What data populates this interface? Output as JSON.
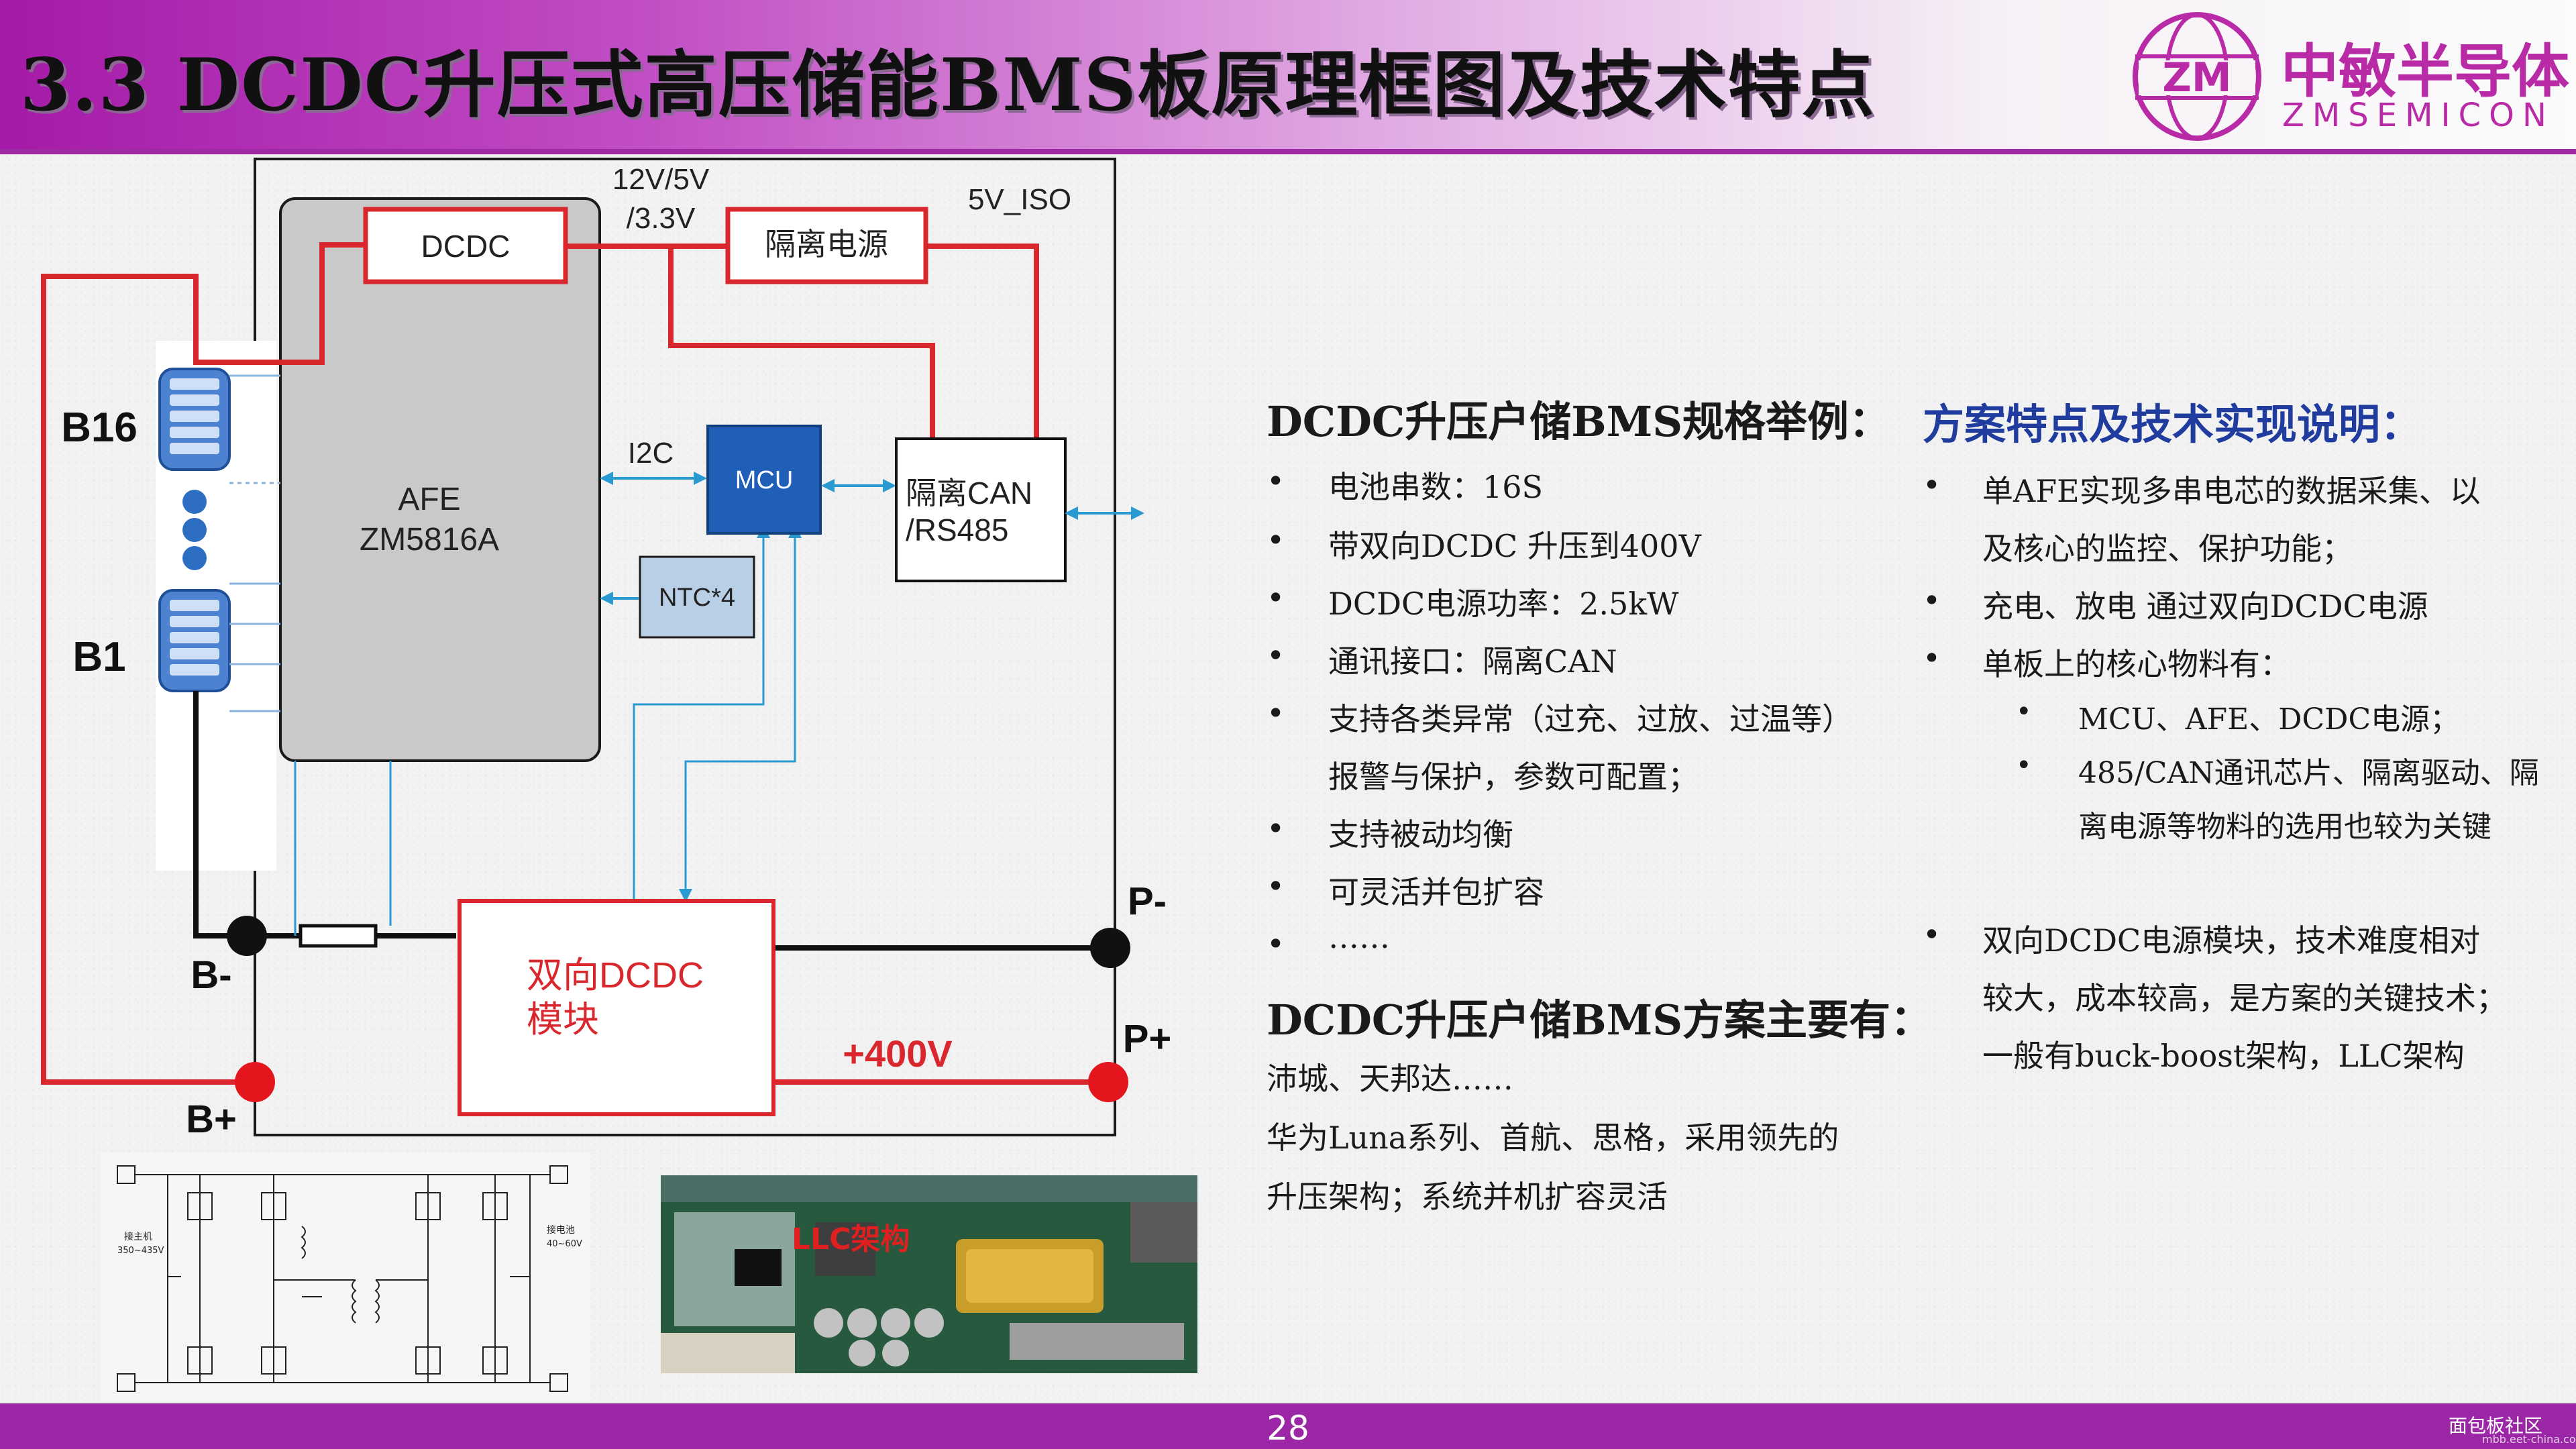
{
  "header": {
    "title": "3.3  DCDC升压式高压储能BMS板原理框图及技术特点",
    "logo_mark": "ZM",
    "logo_cn": "中敏半导体",
    "logo_en": "ZMSEMICON"
  },
  "diagram": {
    "dcdc_label": "DCDC",
    "voltage_label_1": "12V/5V",
    "voltage_label_2": "/3.3V",
    "iso_power_label": "隔离电源",
    "iso_5v_label": "5V_ISO",
    "afe_label_1": "AFE",
    "afe_label_2": "ZM5816A",
    "i2c_label": "I2C",
    "mcu_label": "MCU",
    "can_label_1": "隔离CAN",
    "can_label_2": "/RS485",
    "ntc_label": "NTC*4",
    "b16_label": "B16",
    "b1_label": "B1",
    "bminus_label": "B-",
    "bplus_label": "B+",
    "pminus_label": "P-",
    "pplus_label": "P+",
    "bidir_dcdc_label_1": "双向DCDC",
    "bidir_dcdc_label_2": "模块",
    "hv_label": "+400V",
    "photo_label": "LLC架构"
  },
  "schematic": {
    "left_label_1": "接主机",
    "left_label_2": "350~435V",
    "right_label_1": "接电池",
    "right_label_2": "40~60V"
  },
  "spec": {
    "heading": "DCDC升压户储BMS规格举例：",
    "bullets": [
      "电池串数：16S",
      "带双向DCDC 升压到400V",
      "DCDC电源功率：2.5kW",
      "通讯接口：隔离CAN",
      "支持各类异常（过充、过放、过温等）",
      "支持被动均衡",
      "可灵活并包扩容",
      "……"
    ],
    "bullet5_cont": "报警与保护，参数可配置；",
    "vendors_heading": "DCDC升压户储BMS方案主要有：",
    "vendors_line1": "沛城、天邦达……",
    "vendors_line2": "华为Luna系列、首航、思格，采用领先的",
    "vendors_line3": "升压架构；系统并机扩容灵活"
  },
  "features": {
    "heading": "方案特点及技术实现说明：",
    "b1_line1": "单AFE实现多串电芯的数据采集、以",
    "b1_line2": "及核心的监控、保护功能；",
    "b2": "充电、放电 通过双向DCDC电源",
    "b3": "单板上的核心物料有：",
    "sub1": "MCU、AFE、DCDC电源；",
    "sub2_line1": "485/CAN通讯芯片、隔离驱动、隔",
    "sub2_line2": "离电源等物料的选用也较为关键",
    "b4_line1": "双向DCDC电源模块，技术难度相对",
    "b4_line2": "较大，成本较高，是方案的关键技术；",
    "b4_line3": "一般有buck-boost架构，LLC架构"
  },
  "footer": {
    "page": "28",
    "watermark": "面包板社区",
    "watermark_sub": "mbb.eet-china.com"
  },
  "colors": {
    "header_purple": "#9b27a6",
    "wire_red": "#d9272e",
    "signal_blue": "#2a9bd2",
    "mcu_blue": "#1f5fb8",
    "heading_blue": "#1f3c9e"
  }
}
